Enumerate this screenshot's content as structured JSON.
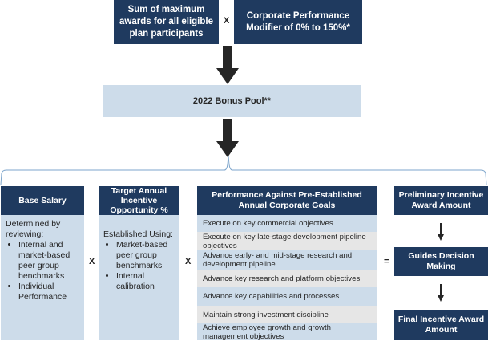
{
  "top": {
    "left_box": "Sum of maximum awards for all eligible plan participants",
    "operator": "X",
    "right_box": "Corporate Performance Modifier of 0% to 150%*"
  },
  "pool": {
    "label": "2022 Bonus Pool**"
  },
  "columns": {
    "base_salary": {
      "header": "Base Salary",
      "intro": "Determined by reviewing:",
      "bullets": [
        "Internal and market-based peer group benchmarks",
        "Individual Performance"
      ]
    },
    "op1": "X",
    "target": {
      "header": "Target Annual Incentive Opportunity %",
      "intro": "Established Using:",
      "bullets": [
        "Market-based peer group benchmarks",
        "Internal calibration"
      ]
    },
    "op2": "X",
    "goals": {
      "header": "Performance Against Pre-Established Annual Corporate Goals",
      "items": [
        "Execute on key commercial objectives",
        "Execute on key late-stage development pipeline objectives",
        "Advance early- and mid-stage research and development pipeline",
        "Advance key research and platform objectives",
        "Advance key capabilities and processes",
        "Maintain strong investment discipline",
        "Achieve employee growth and growth management objectives"
      ]
    },
    "op3": "=",
    "result": {
      "preliminary": "Preliminary Incentive Award Amount",
      "guides": "Guides Decision Making",
      "final": "Final Incentive Award Amount"
    }
  },
  "colors": {
    "navy": "#1f3a5f",
    "light_blue": "#cddcea",
    "gray": "#e6e6e6",
    "brace": "#7ea6cc"
  }
}
